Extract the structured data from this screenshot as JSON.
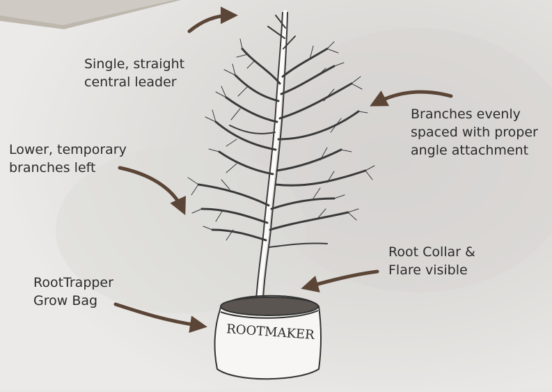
{
  "annotations": {
    "central_leader": "Single, straight\ncentral leader",
    "branches_spacing": "Branches evenly\nspaced with proper\nangle attachment",
    "lower_branches": "Lower, temporary\nbranches left",
    "root_collar": "Root Collar &\nFlare visible",
    "grow_bag": "RootTrapper\nGrow Bag"
  },
  "bag_brand": "ROOTMAKER",
  "colors": {
    "background": "#e8e7e5",
    "arrow": "#5b4536",
    "tree_outline": "#3a3a3a",
    "label_text": "#2b2b2b"
  }
}
